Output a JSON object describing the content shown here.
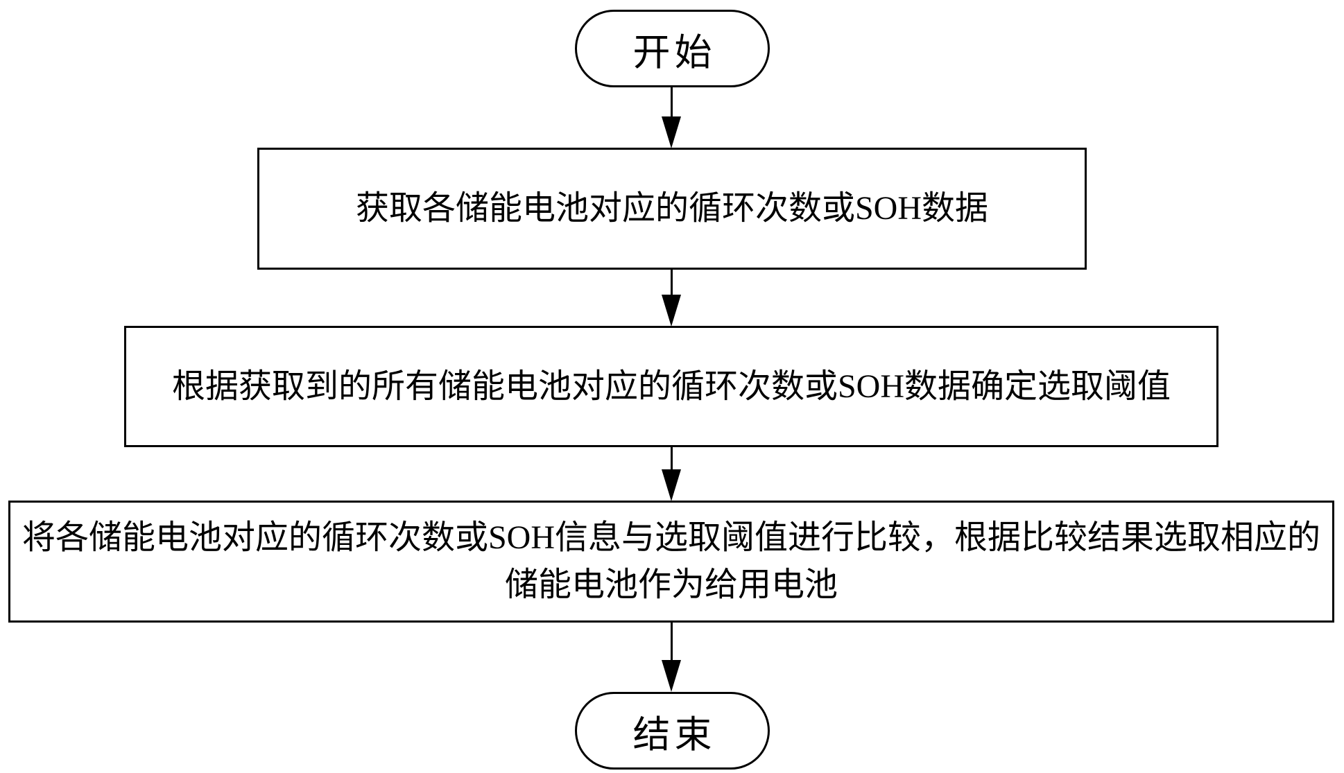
{
  "flowchart": {
    "background_color": "#ffffff",
    "line_color": "#000000",
    "text_color": "#000000",
    "nodes": {
      "start": {
        "shape": "terminator",
        "label": "开始"
      },
      "step1": {
        "shape": "process",
        "label": "获取各储能电池对应的循环次数或SOH数据",
        "lines": [
          "获取各储能电池对应的循环次数或SOH数据"
        ]
      },
      "step2": {
        "shape": "process",
        "label": "根据获取到的所有储能电池对应的循环次数或SOH数据确定选取阈值",
        "lines": [
          "根据获取到的所有储能电池对应的循环次数或SOH数据确定选取阈值"
        ]
      },
      "step3": {
        "shape": "process",
        "label": "将各储能电池对应的循环次数或SOH信息与选取阈值进行比较，根据比较结果选取相应的储能电池作为给用电池",
        "lines": [
          "将各储能电池对应的循环次数或SOH信息与选取阈值进行比较，根据比较结果选取相应的",
          "储能电池作为给用电池"
        ]
      },
      "end": {
        "shape": "terminator",
        "label": "结束"
      }
    },
    "edges": [
      {
        "from": "start",
        "to": "step1",
        "direction": "down"
      },
      {
        "from": "step1",
        "to": "step2",
        "direction": "down"
      },
      {
        "from": "step2",
        "to": "step3",
        "direction": "down"
      },
      {
        "from": "step3",
        "to": "end",
        "direction": "down"
      }
    ]
  }
}
